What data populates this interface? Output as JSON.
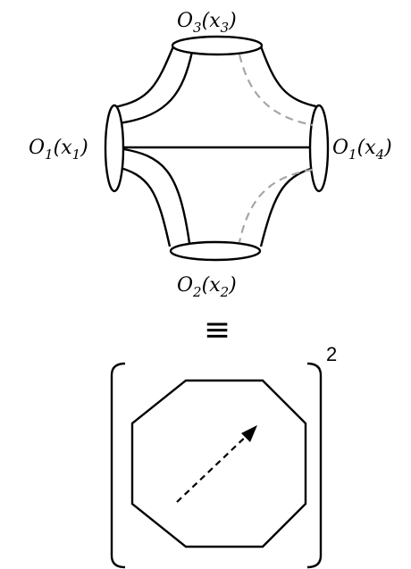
{
  "labels": {
    "top": {
      "name": "O",
      "idx": "3",
      "arg": "x",
      "argidx": "3"
    },
    "left": {
      "name": "O",
      "idx": "1",
      "arg": "x",
      "argidx": "1"
    },
    "right": {
      "name": "O",
      "idx": "1",
      "arg": "x",
      "argidx": "4"
    },
    "bottom": {
      "name": "O",
      "idx": "2",
      "arg": "x",
      "argidx": "2"
    }
  },
  "equiv_symbol": "≡",
  "exponent": "2",
  "colors": {
    "stroke": "#000000",
    "dashed_gray": "#a6a6a6"
  }
}
